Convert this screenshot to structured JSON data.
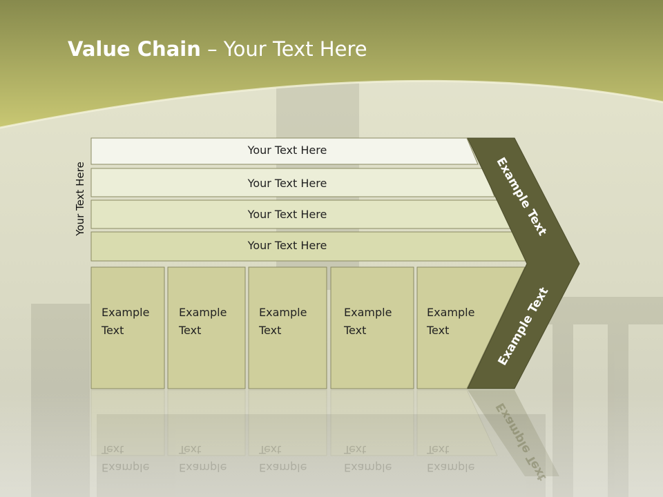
{
  "slide": {
    "title_bold": "Value Chain",
    "title_rest": " – Your Text Here",
    "vertical_label": "Your Text Here"
  },
  "bars": [
    {
      "label": "Your Text Here",
      "color": "#f4f5ec"
    },
    {
      "label": "Your Text Here",
      "color": "#eceed8"
    },
    {
      "label": "Your Text Here",
      "color": "#e3e6c4"
    },
    {
      "label": "Your Text Here",
      "color": "#d9dcaf"
    }
  ],
  "boxes": [
    {
      "line1": "Example",
      "line2": "Text"
    },
    {
      "line1": "Example",
      "line2": "Text"
    },
    {
      "line1": "Example",
      "line2": "Text"
    },
    {
      "line1": "Example",
      "line2": "Text"
    },
    {
      "line1": "Example",
      "line2": "Text"
    }
  ],
  "chevron": {
    "upper_label": "Example Text",
    "lower_label": "Example Text",
    "color": "#5f6038"
  },
  "colors": {
    "header_top": "#8c8c4f",
    "header_bottom": "#c6c670",
    "box_fill": "#cfcf9c",
    "box_stroke": "#8a8a62"
  }
}
